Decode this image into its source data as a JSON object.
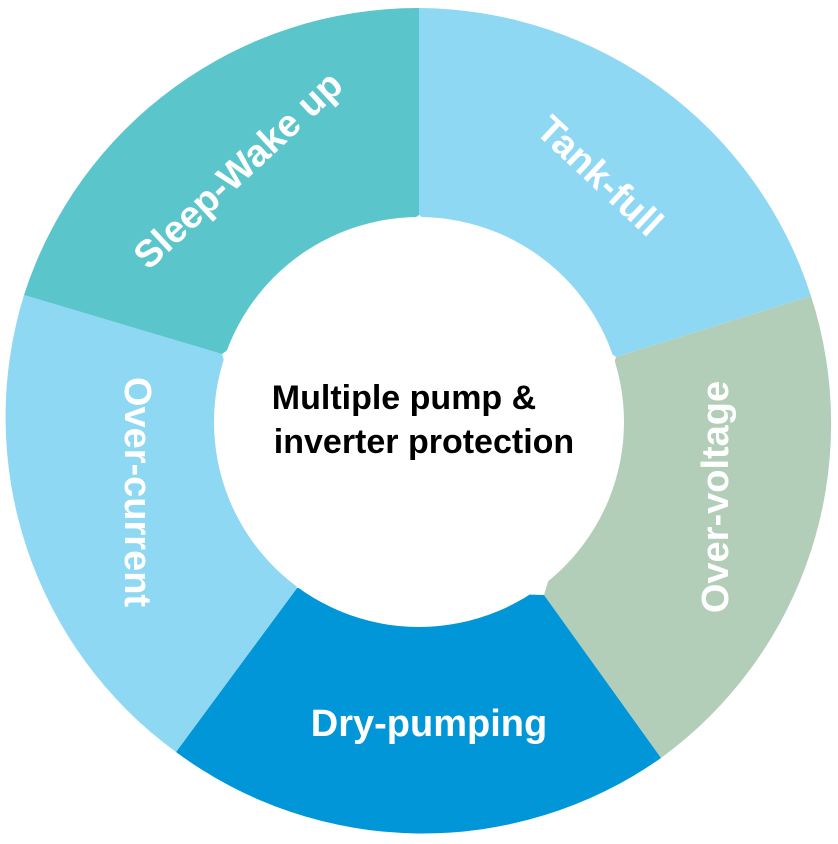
{
  "center": {
    "line1": "Multiple pump &",
    "line2": "inverter protection"
  },
  "segments": [
    {
      "label": "Tank-full",
      "color": "#8ed8f4"
    },
    {
      "label": "Over-voltage",
      "color": "#b2ceb8"
    },
    {
      "label": "Dry-pumping",
      "color": "#0096d8"
    },
    {
      "label": "Over-current",
      "color": "#8ed8f4"
    },
    {
      "label": "Sleep-Wake up",
      "color": "#5bc5cc"
    }
  ]
}
